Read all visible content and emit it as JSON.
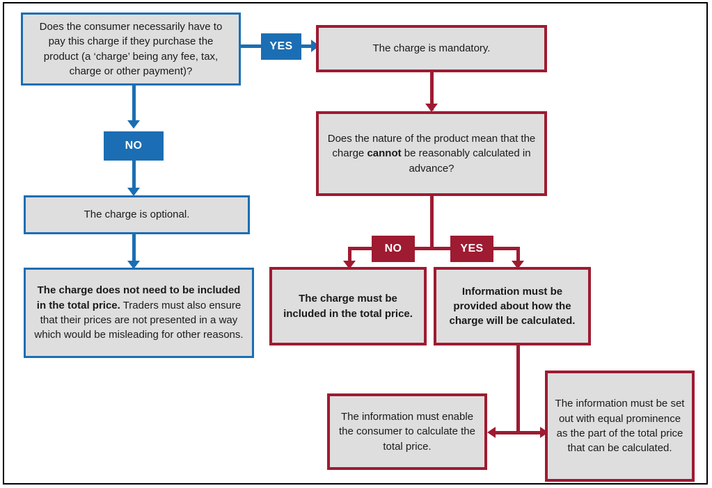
{
  "diagram": {
    "type": "flowchart",
    "title_visible": false,
    "colors": {
      "blue": "#1b6eb3",
      "red": "#9e1b32",
      "node_fill": "#dedede",
      "frame": "#000000",
      "text": "#1a1a1a"
    },
    "nodes": {
      "q_mandatory": {
        "text": "Does the consumer necessarily have to pay this charge if they purchase the product (a ‘charge’ being any fee, tax, charge or other payment)?",
        "style": "blue",
        "bold": false
      },
      "charge_mandatory": {
        "text": "The charge is mandatory.",
        "style": "red",
        "bold": false
      },
      "q_cannot_calc_pre": {
        "text": "Does the nature of the product mean that the charge ",
        "bold_word": "cannot",
        "text_post": " be reasonably calculated in advance?",
        "style": "red"
      },
      "charge_optional": {
        "text": "The charge is optional.",
        "style": "blue",
        "bold": false
      },
      "not_need_included": {
        "bold_text": "The charge does not need to be included in the total price.",
        "rest_text": " Traders must also ensure that their prices are not presented in a way which would be misleading for other reasons.",
        "style": "blue"
      },
      "must_be_included": {
        "text": "The charge must be included in the total price.",
        "style": "red",
        "bold": true
      },
      "info_provided": {
        "text": "Information must be provided about how the charge will be calculated.",
        "style": "red",
        "bold": true
      },
      "info_enable": {
        "text": "The information must enable the consumer to calculate the total price.",
        "style": "red",
        "bold": false
      },
      "info_prominence": {
        "text": "The information must be set out with equal prominence as the part of the total price that can be calculated.",
        "style": "red",
        "bold": false
      }
    },
    "labels": {
      "yes_top": "YES",
      "no_left": "NO",
      "no_mid": "NO",
      "yes_mid": "YES"
    }
  }
}
